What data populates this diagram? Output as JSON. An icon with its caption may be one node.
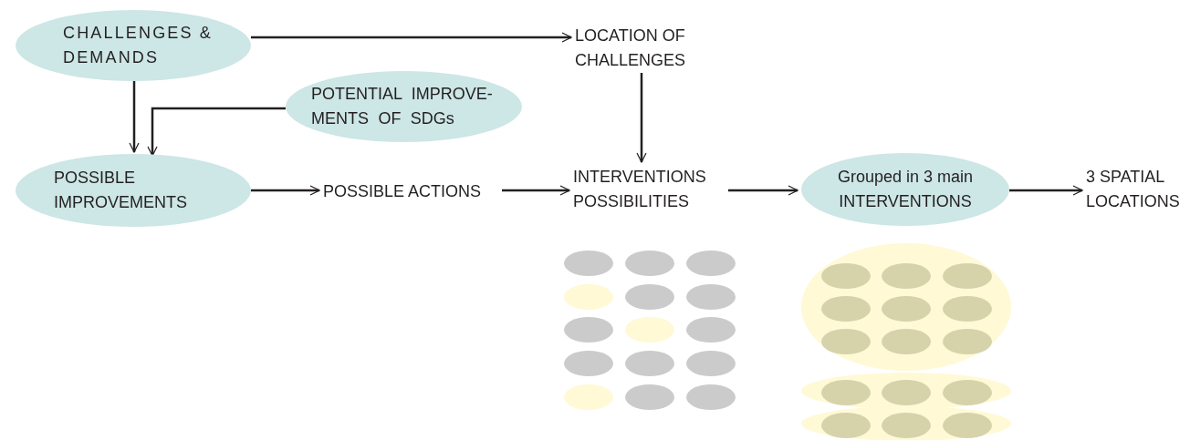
{
  "diagram": {
    "nodes": [
      {
        "text": [
          "CHALLENGES & DEMANDS"
        ]
      },
      {
        "text": [
          "LOCATION OF CHALLENGES"
        ]
      },
      {
        "text": [
          "POTENTIAL IMPROVE- MENTS OF SDGs"
        ]
      },
      {
        "text": [
          "POSSIBLE IMPROVEMENTS"
        ]
      },
      {
        "text": [
          "POSSIBLE ACTIONS"
        ]
      },
      {
        "text": [
          "INTERVENTIONS POSSIBILITIES"
        ]
      },
      {
        "text": [
          "Grouped in 3 main INTERVENTIONS"
        ]
      },
      {
        "text": [
          "3 SPATIAL LOCATIONS"
        ]
      }
    ],
    "edges": [
      {
        "from": 0,
        "to": 1,
        "arrow": "to"
      },
      {
        "from": 0,
        "to": 3,
        "arrow": "to"
      },
      {
        "from": 2,
        "to": 3,
        "arrow": "to"
      },
      {
        "from": 1,
        "to": 5,
        "arrow": "to"
      },
      {
        "from": 3,
        "to": 4,
        "arrow": "to"
      },
      {
        "from": 4,
        "to": 5,
        "arrow": "to"
      },
      {
        "from": 5,
        "to": 6,
        "arrow": "to"
      },
      {
        "from": 6,
        "to": 7,
        "arrow": "to"
      }
    ]
  }
}
